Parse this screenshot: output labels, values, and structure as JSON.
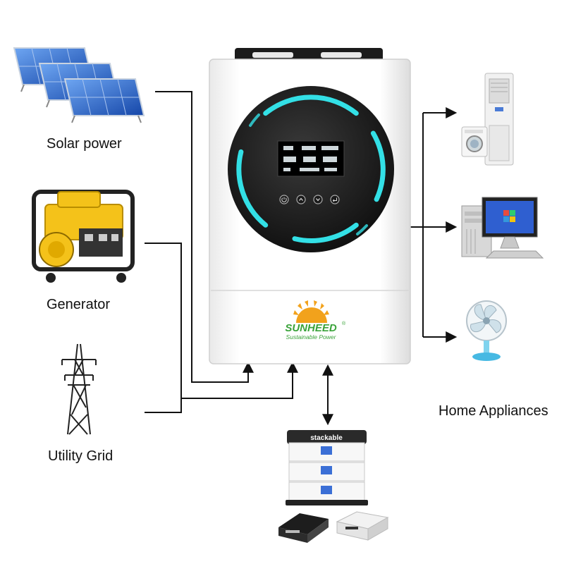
{
  "sources": {
    "solar": {
      "label": "Solar power",
      "icon": "solar-panel-icon"
    },
    "generator": {
      "label": "Generator",
      "icon": "generator-icon"
    },
    "grid": {
      "label": "Utility Grid",
      "icon": "power-tower-icon"
    }
  },
  "outputs": {
    "label": "Home Appliances",
    "items": [
      {
        "icon": "air-conditioner-icon"
      },
      {
        "icon": "desktop-computer-icon"
      },
      {
        "icon": "electric-fan-icon"
      }
    ]
  },
  "inverter": {
    "brand": "SUNHEED",
    "registered": "®",
    "tagline": "Sustainable Power",
    "display_icon": "lcd-display-icon",
    "buttons": [
      "power-button-icon",
      "up-button-icon",
      "down-button-icon",
      "enter-button-icon"
    ]
  },
  "battery": {
    "label": "stackable",
    "icon": "battery-stack-icon"
  },
  "colors": {
    "ring": "#33e0e6",
    "line": "#111111",
    "brand_green": "#3aa33a",
    "brand_orange": "#f2a21c",
    "panel_blue": "#1d5ec9",
    "generator_yellow": "#f4c21a"
  }
}
